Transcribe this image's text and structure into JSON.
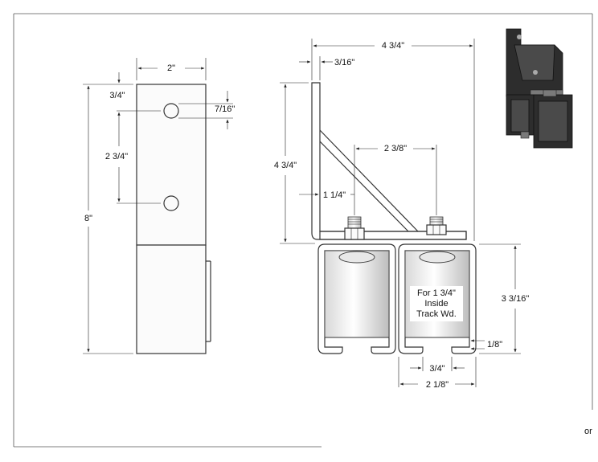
{
  "side_view": {
    "width_label": "2\"",
    "top_hole_offset_label": "3/4\"",
    "hole_diameter_label": "7/16\"",
    "hole_spacing_label": "2 3/4\"",
    "height_label": "8\""
  },
  "front_view": {
    "overall_width_label": "4 3/4\"",
    "plate_thickness_label": "3/16\"",
    "bracket_height_label": "4 3/4\"",
    "bolt_spacing_label": "2 3/8\"",
    "bolt_offset_label": "1 1/4\"",
    "track_height_label": "3 3/16\"",
    "track_lip_label": "1/8\"",
    "track_opening_label": "3/4\"",
    "track_width_label": "2 1/8\"",
    "note_line1": "For 1 3/4\"",
    "note_line2": "Inside",
    "note_line3": "Track Wd."
  },
  "clipped_text": "or"
}
